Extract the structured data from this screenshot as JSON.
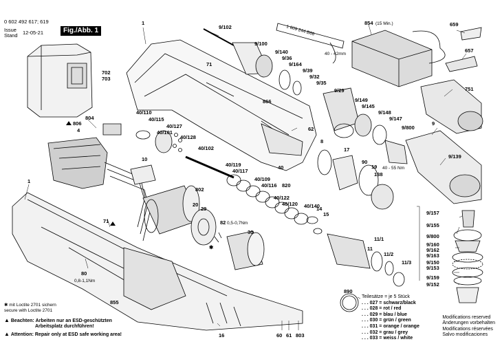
{
  "header": {
    "part_number": "0 602 492 617; 619",
    "issue_label": "Issue",
    "stand_label": "Stand",
    "date": "12-05-21",
    "figure": "Fig./Abb. 1"
  },
  "callouts": [
    {
      "id": "c1a",
      "text": "1"
    },
    {
      "id": "c1b",
      "text": "1"
    },
    {
      "id": "c702",
      "text": "702"
    },
    {
      "id": "c703",
      "text": "703"
    },
    {
      "id": "c71a",
      "text": "71"
    },
    {
      "id": "c71b",
      "text": "71"
    },
    {
      "id": "c9_102",
      "text": "9/102"
    },
    {
      "id": "c9_100",
      "text": "9/100"
    },
    {
      "id": "c9_140",
      "text": "9/140"
    },
    {
      "id": "c9_36",
      "text": "9/36"
    },
    {
      "id": "c9_164",
      "text": "9/164"
    },
    {
      "id": "c9_39",
      "text": "9/39"
    },
    {
      "id": "c9_32",
      "text": "9/32"
    },
    {
      "id": "c9_35",
      "text": "9/35"
    },
    {
      "id": "c9_29",
      "text": "9/29"
    },
    {
      "id": "c1609",
      "text": "1 609 244 B66"
    },
    {
      "id": "c40_42",
      "text": "40 - 42mm"
    },
    {
      "id": "c854",
      "text": "854"
    },
    {
      "id": "c15min",
      "text": "(15 Min.)"
    },
    {
      "id": "c659",
      "text": "659"
    },
    {
      "id": "c657",
      "text": "657"
    },
    {
      "id": "c751",
      "text": "751"
    },
    {
      "id": "c866",
      "text": "866"
    },
    {
      "id": "c62",
      "text": "62"
    },
    {
      "id": "c9_149",
      "text": "9/149"
    },
    {
      "id": "c9_145",
      "text": "9/145"
    },
    {
      "id": "c9_148",
      "text": "9/148"
    },
    {
      "id": "c9_147",
      "text": "9/147"
    },
    {
      "id": "c9_800",
      "text": "9/800"
    },
    {
      "id": "c9",
      "text": "9"
    },
    {
      "id": "c9_139",
      "text": "9/139"
    },
    {
      "id": "c806",
      "text": "806"
    },
    {
      "id": "c804",
      "text": "804"
    },
    {
      "id": "c4",
      "text": "4"
    },
    {
      "id": "c40_110",
      "text": "40/110"
    },
    {
      "id": "c40_115",
      "text": "40/115"
    },
    {
      "id": "c40_127",
      "text": "40/127"
    },
    {
      "id": "c40_101",
      "text": "40/101"
    },
    {
      "id": "c40_128",
      "text": "40/128"
    },
    {
      "id": "c40_102",
      "text": "40/102"
    },
    {
      "id": "c8",
      "text": "8"
    },
    {
      "id": "c17",
      "text": "17"
    },
    {
      "id": "c10",
      "text": "10"
    },
    {
      "id": "c40_119",
      "text": "40/119"
    },
    {
      "id": "c40_117",
      "text": "40/117"
    },
    {
      "id": "c40",
      "text": "40"
    },
    {
      "id": "c40_109",
      "text": "40/109"
    },
    {
      "id": "c40_116",
      "text": "40/116"
    },
    {
      "id": "c820",
      "text": "820"
    },
    {
      "id": "c40_122",
      "text": "40/122"
    },
    {
      "id": "c40_120",
      "text": "40/120"
    },
    {
      "id": "c40_140",
      "text": "40/140"
    },
    {
      "id": "c90",
      "text": "90"
    },
    {
      "id": "c19",
      "text": "19"
    },
    {
      "id": "c40_55",
      "text": "40 - 55 Nm"
    },
    {
      "id": "c138",
      "text": "138"
    },
    {
      "id": "c802",
      "text": "802"
    },
    {
      "id": "c20",
      "text": "20"
    },
    {
      "id": "c29",
      "text": "29"
    },
    {
      "id": "c82",
      "text": "82"
    },
    {
      "id": "c05_07",
      "text": "0,5-0,7Nm"
    },
    {
      "id": "c30",
      "text": "30"
    },
    {
      "id": "c14",
      "text": "14"
    },
    {
      "id": "c15",
      "text": "15"
    },
    {
      "id": "c11_1",
      "text": "11/1"
    },
    {
      "id": "c11_2",
      "text": "11/2"
    },
    {
      "id": "c11_3",
      "text": "11/3"
    },
    {
      "id": "c11",
      "text": "11"
    },
    {
      "id": "c9_157",
      "text": "9/157"
    },
    {
      "id": "c9_155",
      "text": "9/155"
    },
    {
      "id": "c9_800b",
      "text": "9/800"
    },
    {
      "id": "c9_160",
      "text": "9/160"
    },
    {
      "id": "c9_162",
      "text": "9/162"
    },
    {
      "id": "c9_163",
      "text": "9/163"
    },
    {
      "id": "c9_150",
      "text": "9/150"
    },
    {
      "id": "c9_153",
      "text": "9/153"
    },
    {
      "id": "c9_159",
      "text": "9/159"
    },
    {
      "id": "c9_152",
      "text": "9/152"
    },
    {
      "id": "c80",
      "text": "80"
    },
    {
      "id": "c08_11",
      "text": "0,8-1,1Nm"
    },
    {
      "id": "c855",
      "text": "855"
    },
    {
      "id": "c16",
      "text": "16"
    },
    {
      "id": "c60",
      "text": "60"
    },
    {
      "id": "c61",
      "text": "61"
    },
    {
      "id": "c803",
      "text": "803"
    },
    {
      "id": "c890",
      "text": "890"
    }
  ],
  "legend": {
    "title_num": "890",
    "title": "Teilesätze = je 5 Stück",
    "rows": [
      ". . . 027 = schwarz/black",
      ". . . 028 = rot / red",
      ". . . 029 = blau / blue",
      ". . . 030 = grün / green",
      ". . . 031 = orange / orange",
      ". . . 032 = grau / grey",
      ". . . 033 = weiss / white"
    ]
  },
  "modifications": [
    "Modifications reserved",
    "Änderungen vorbehalten",
    "Modifications réservées",
    "Salvo modificaciones"
  ],
  "loctite_note": {
    "line1": "✱ mit Loctite 2701 sichern",
    "line2": "secure with Loctite 2701"
  },
  "warnings": {
    "beachten_label": "Beachten:",
    "beachten_text": "Arbeiten nur an ESD-geschützten",
    "beachten_text2": "Arbeitsplatz durchführen!",
    "attention_label": "Attention:",
    "attention_text": "Repair only at ESD safe working area!"
  },
  "colors": {
    "ink": "#000000",
    "paper": "#ffffff",
    "shade": "#cfcfcf"
  }
}
